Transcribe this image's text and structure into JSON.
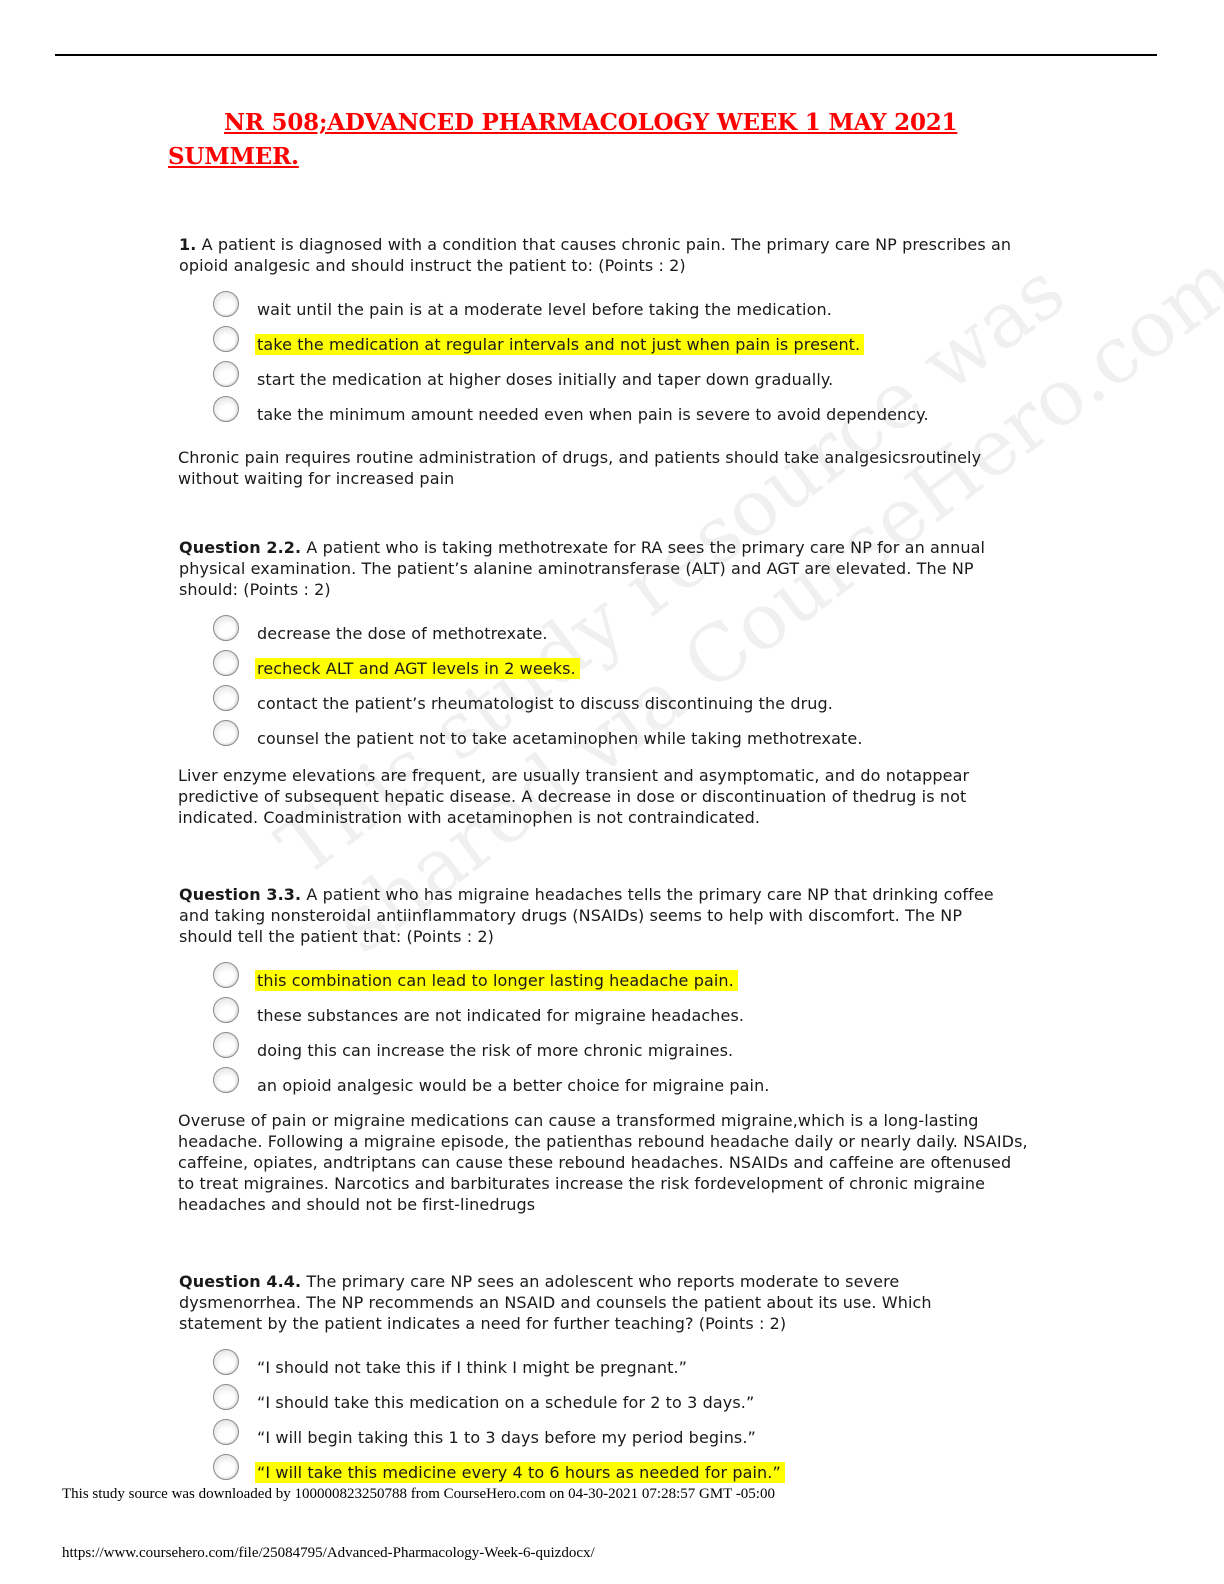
{
  "document": {
    "title": "NR 508;ADVANCED PHARMACOLOGY WEEK 1 MAY 2021 SUMMER."
  },
  "watermark": {
    "line1": "This study resource was",
    "line2": "shared via CourseHero.com"
  },
  "questions": [
    {
      "number": "1.",
      "stem": " A patient is diagnosed with a condition that causes chronic pain. The primary care NP prescribes an opioid analgesic and should instruct the patient to: (Points : 2)",
      "options": [
        {
          "text": "wait until the pain is at a moderate level before taking the medication.",
          "highlighted": false
        },
        {
          "text": "take the medication at regular intervals and not just when pain is present.",
          "highlighted": true
        },
        {
          "text": "start the medication at higher doses initially and taper down gradually.",
          "highlighted": false
        },
        {
          "text": "take the minimum amount needed even when pain is severe to avoid dependency.",
          "highlighted": false
        }
      ],
      "rationale": "Chronic pain requires routine administration of drugs, and patients should take analgesicsroutinely without waiting for increased pain"
    },
    {
      "number": "Question 2.2.",
      "stem": " A patient who is taking methotrexate for RA sees the primary care NP for an annual physical examination. The patient’s alanine aminotransferase (ALT) and AGT are elevated. The NP should: (Points : 2)",
      "options": [
        {
          "text": "decrease the dose of methotrexate.",
          "highlighted": false
        },
        {
          "text": "recheck ALT and AGT levels in 2 weeks.",
          "highlighted": true
        },
        {
          "text": "contact the patient’s rheumatologist to discuss discontinuing the drug.",
          "highlighted": false
        },
        {
          "text": "counsel the patient not to take acetaminophen while taking methotrexate.",
          "highlighted": false
        }
      ],
      "rationale": "Liver enzyme elevations are frequent, are usually transient and asymptomatic, and do notappear predictive of subsequent hepatic disease. A decrease in dose or discontinuation of thedrug is not indicated. Coadministration with acetaminophen is not contraindicated."
    },
    {
      "number": "Question 3.3.",
      "stem": " A patient who has migraine headaches tells the primary care NP that drinking coffee and taking nonsteroidal antiinflammatory drugs (NSAIDs) seems to help with discomfort. The NP should tell the patient that: (Points : 2)",
      "options": [
        {
          "text": "this combination can lead to longer lasting headache pain.",
          "highlighted": true
        },
        {
          "text": "these substances are not indicated for migraine headaches.",
          "highlighted": false
        },
        {
          "text": "doing this can increase the risk of more chronic migraines.",
          "highlighted": false
        },
        {
          "text": "an opioid analgesic would be a better choice for migraine pain.",
          "highlighted": false
        }
      ],
      "rationale": "Overuse of pain or migraine medications can cause a transformed migraine,which is a long-lasting headache. Following a migraine episode, the patienthas rebound headache daily or nearly daily. NSAIDs, caffeine, opiates, andtriptans can cause these rebound headaches. NSAIDs and caffeine are oftenused to treat migraines. Narcotics and barbiturates increase the risk fordevelopment of chronic migraine headaches and should not be first-linedrugs"
    },
    {
      "number": "Question 4.4.",
      "stem": " The primary care NP sees an adolescent who reports moderate to severe dysmenorrhea. The NP recommends an NSAID and counsels the patient about its use. Which statement by the patient indicates a need for further teaching? (Points : 2)",
      "options": [
        {
          "text": "“I should not take this if I think I might be pregnant.”",
          "highlighted": false
        },
        {
          "text": "“I should take this medication on a schedule for 2 to 3 days.”",
          "highlighted": false
        },
        {
          "text": "“I will begin taking this 1 to 3 days before my period begins.”",
          "highlighted": false
        },
        {
          "text": "“I will take this medicine every 4 to 6 hours as needed for pain.”",
          "highlighted": true
        }
      ]
    }
  ],
  "footer": {
    "download_note": "This study source was downloaded by 100000823250788 from CourseHero.com on 04-30-2021 07:28:57 GMT -05:00",
    "url": "https://www.coursehero.com/file/25084795/Advanced-Pharmacology-Week-6-quizdocx/"
  }
}
